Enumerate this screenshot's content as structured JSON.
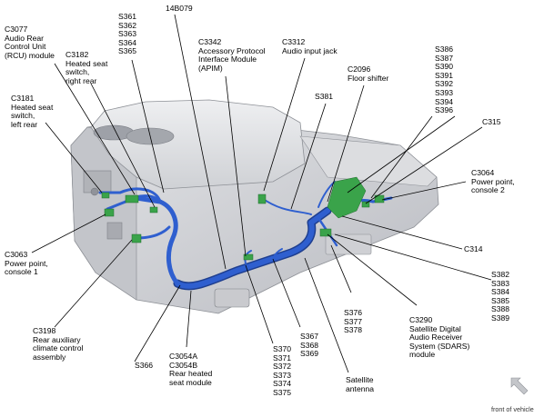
{
  "labels": {
    "c3077": "C3077\nAudio Rear\nControl Unit\n(RCU) module",
    "s361_365": "S361\nS362\nS363\nS364\nS365",
    "s14b079": "14B079",
    "c3342": "C3342\nAccessory Protocol\nInterface Module\n(APIM)",
    "c3312": "C3312\nAudio input jack",
    "s386_396": "S386\nS387\nS390\nS391\nS392\nS393\nS394\nS396",
    "c3182": "C3182\nHeated seat\nswitch,\nright rear",
    "c2096": "C2096\nFloor shifter",
    "s381": "S381",
    "c3181": "C3181\nHeated seat\nswitch,\nleft rear",
    "c315": "C315",
    "c3064": "C3064\nPower point,\nconsole 2",
    "c3063": "C3063\nPower point,\nconsole 1",
    "c314": "C314",
    "s382_389": "S382\nS383\nS384\nS385\nS388\nS389",
    "s376_378": "S376\nS377\nS378",
    "c3290": "C3290\nSatellite Digital\nAudio Receiver\nSystem (SDARS)\nmodule",
    "c3198": "C3198\nRear auxiliary\nclimate control\nassembly",
    "s367_369": "S367\nS368\nS369",
    "c3054": "C3054A\nC3054B\nRear heated\nseat module",
    "s366": "S366",
    "s370_375": "S370\nS371\nS372\nS373\nS374\nS375",
    "satellite_antenna": "Satellite\nantenna",
    "front_of_vehicle": "front of vehicle"
  },
  "colors": {
    "harness": "#2f5fcf",
    "connector": "#3aa34a",
    "console_body": "#d4d5d9",
    "console_shadow": "#a9abb1"
  },
  "icons": {
    "front_arrow": "arrow-up-left-icon"
  }
}
